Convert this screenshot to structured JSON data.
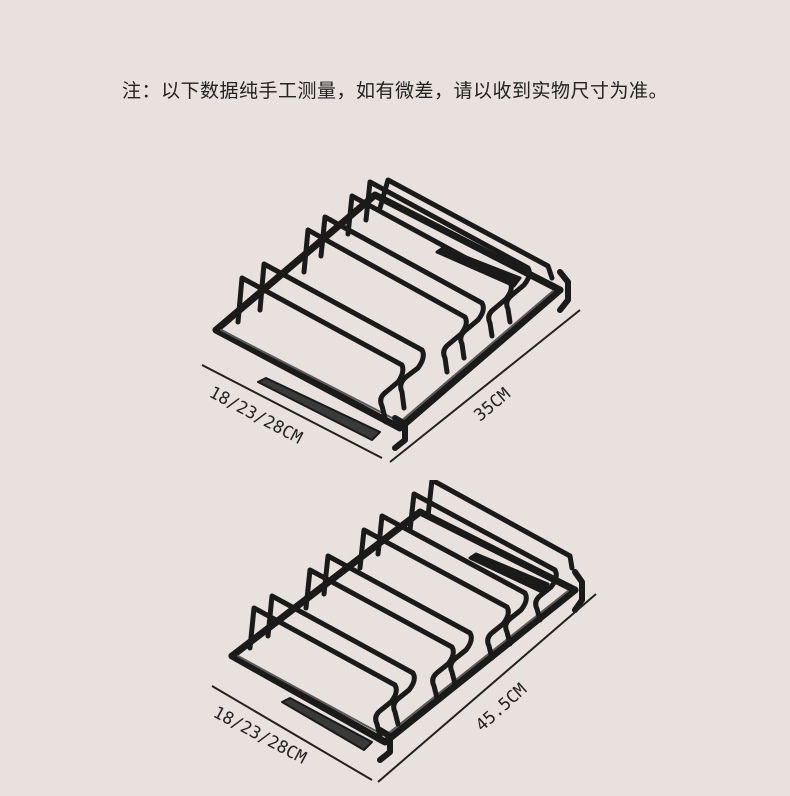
{
  "note": "注：以下数据纯手工测量，如有微差，请以收到实物尺寸为准。",
  "rack_small": {
    "width_label": "18/23/28CM",
    "length_label": "35CM"
  },
  "rack_large": {
    "width_label": "18/23/28CM",
    "length_label": "45.5CM"
  },
  "colors": {
    "background": "#e8e1de",
    "rack_frame": "#1a1a1a",
    "rack_highlight": "#5a5a5a"
  }
}
